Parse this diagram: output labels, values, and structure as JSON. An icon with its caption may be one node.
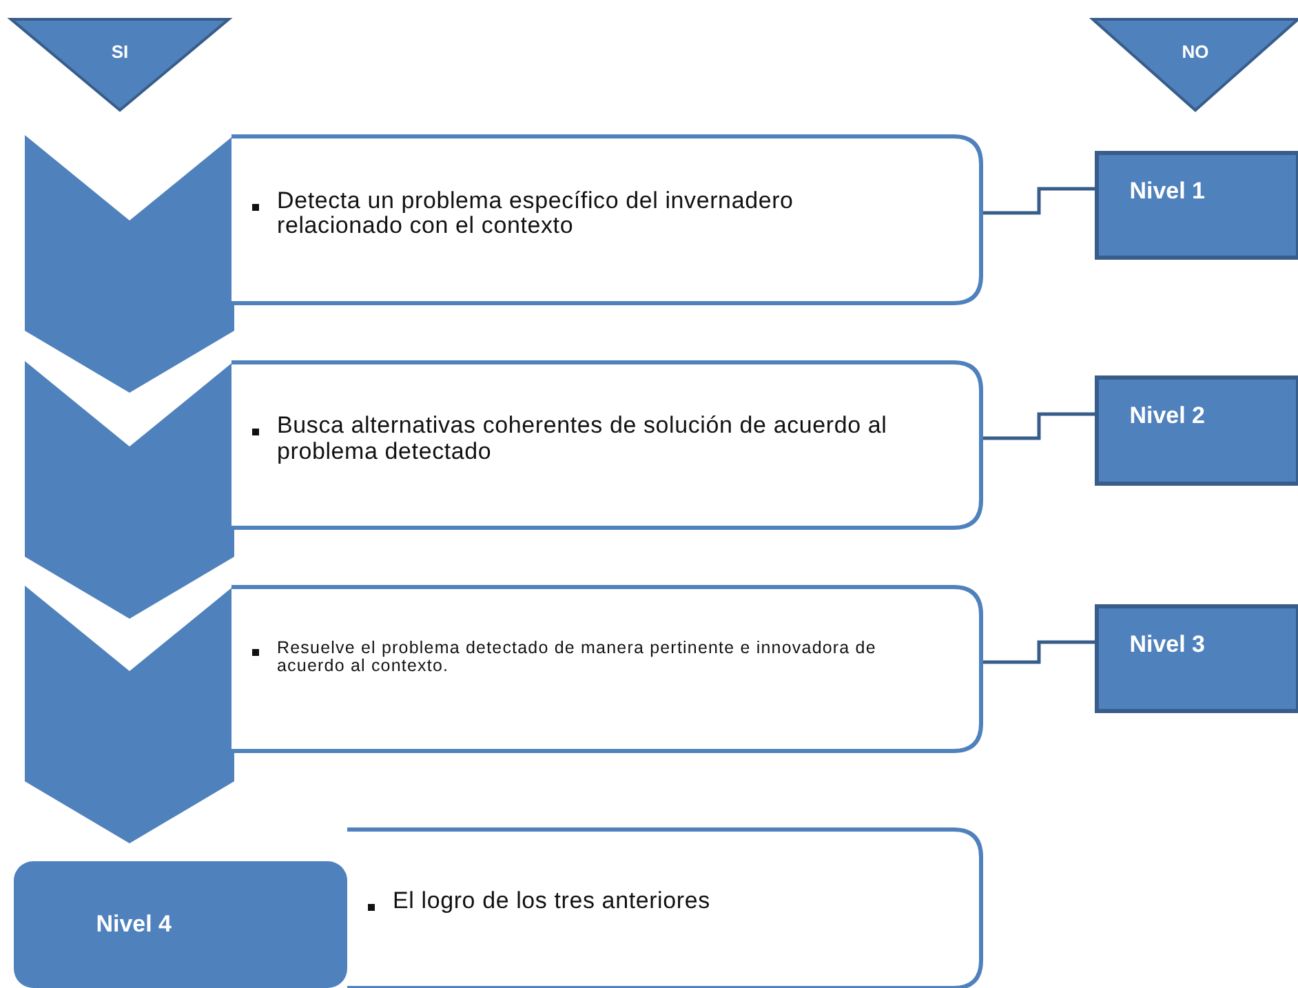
{
  "diagram": {
    "nodes": [
      {
        "text": [
          "SI"
        ]
      },
      {
        "text": [
          "NO"
        ]
      },
      {
        "text": [],
        "shape": "chevron"
      },
      {
        "text": [
          "Detecta un problema específico del invernadero relacionado con el contexto"
        ]
      },
      {
        "text": [
          "Nivel 1"
        ]
      },
      {
        "text": [],
        "shape": "chevron"
      },
      {
        "text": [
          "Busca alternativas coherentes de solución de acuerdo al problema detectado"
        ]
      },
      {
        "text": [
          "Nivel 2"
        ]
      },
      {
        "text": [],
        "shape": "chevron"
      },
      {
        "text": [
          "Resuelve el problema detectado de manera pertinente e innovadora de acuerdo al contexto."
        ]
      },
      {
        "text": [
          "Nivel 3"
        ]
      },
      {
        "text": [
          "Nivel 4"
        ]
      },
      {
        "text": [
          "El logro de los tres anteriores"
        ]
      }
    ],
    "edges": [
      {
        "from": 3,
        "to": 4,
        "arrow": "none"
      },
      {
        "from": 6,
        "to": 7,
        "arrow": "none"
      },
      {
        "from": 9,
        "to": 10,
        "arrow": "none"
      }
    ]
  }
}
